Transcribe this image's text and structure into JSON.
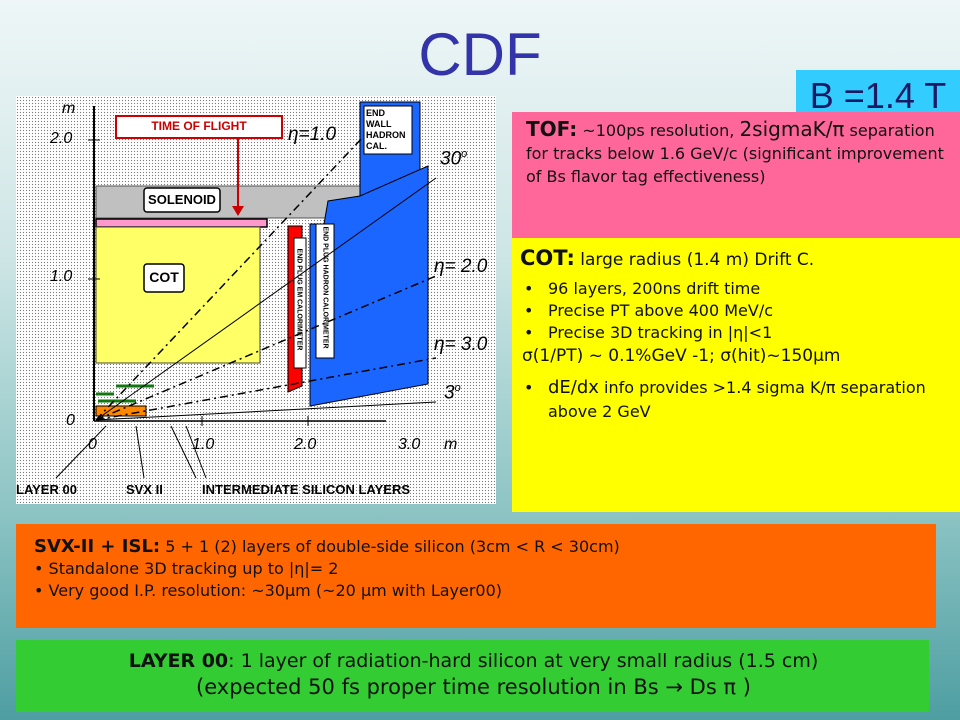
{
  "slide": {
    "title": "CDF",
    "b_field": "B =1.4 T"
  },
  "diagram": {
    "m_axis": "m",
    "y_ticks": [
      "2.0",
      "1.0",
      "0"
    ],
    "x_ticks": [
      "0",
      "1.0",
      "2.0",
      "3.0",
      "m"
    ],
    "tof_label": "TIME OF FLIGHT",
    "eta_labels": [
      "η=1.0",
      "η= 2.0",
      "η= 3.0"
    ],
    "angle_labels": [
      "30",
      "3"
    ],
    "components": {
      "end_wall": "END WALL HADRON CAL.",
      "solenoid": "SOLENOID",
      "cot": "COT",
      "plug_em": "END PLUG EM CALORIMETER",
      "plug_hadron": "END PLUG HADRON CALORIMETER"
    },
    "bottom_labels": [
      "LAYER 00",
      "SVX II",
      "INTERMEDIATE SILICON LAYERS"
    ]
  },
  "tof": {
    "label": "TOF:",
    "text1": " ~100ps resolution, ",
    "text2": "2sigmaK/π",
    "text3": " separation for tracks below 1.6 GeV/c (significant improvement of Bs flavor tag effectiveness)"
  },
  "cot": {
    "label": "COT:",
    "desc": " large radius (1.4 m) Drift C.",
    "bullets": [
      "96 layers, 200ns drift time",
      "Precise PT above 400 MeV/c",
      "Precise 3D tracking in |η|<1"
    ],
    "resolution": "σ(1/PT) ~ 0.1%GeV -1; σ(hit)~150μm",
    "dedx_label": "dE/dx",
    "dedx_text": " info provides >1.4 sigma K/π separation above 2 GeV"
  },
  "svx": {
    "label": "SVX-II + ISL:",
    "desc": " 5 + 1 (2) layers of double-side silicon (3cm < R < 30cm)",
    "bullets": [
      "Standalone 3D tracking up to |η|= 2",
      "Very good I.P. resolution: ~30μm (~20 μm with Layer00)"
    ]
  },
  "layer00": {
    "label": "LAYER 00",
    "text": ": 1 layer of radiation-hard silicon at very small radius (1.5 cm)",
    "line2": "(expected 50 fs proper time resolution in Bs → Ds π )"
  },
  "colors": {
    "title": "#3333aa",
    "b_field_bg": "#33ccff",
    "tof_bg": "#ff6699",
    "cot_bg": "#ffff00",
    "svx_bg": "#ff6600",
    "layer00_bg": "#33cc33",
    "endwall": "#1a66ff",
    "plug_em": "#ff0000",
    "solenoid": "#c0c0c0"
  }
}
